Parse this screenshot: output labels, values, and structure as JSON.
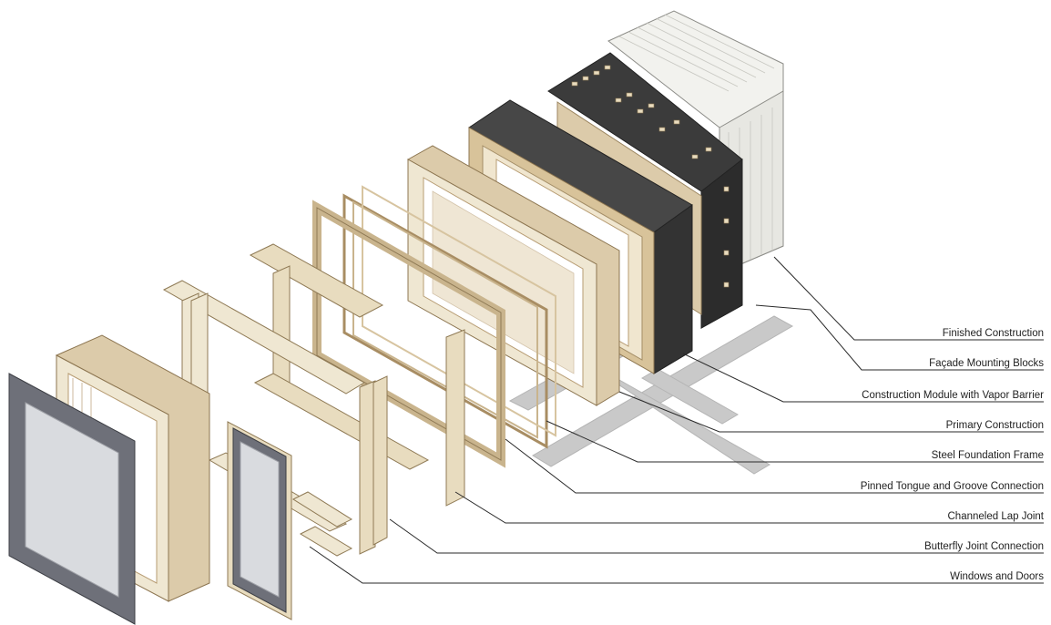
{
  "colors": {
    "wood_light": "#efe7d2",
    "wood_mid": "#dccbaa",
    "wood_dark": "#b79c73",
    "slate": "#454545",
    "slate_dark": "#2c2c2c",
    "white_cladding": "#f2f2ee",
    "steel_frame": "#c9c9c9",
    "window_frame": "#6e7079",
    "glass": "#d9dbdf",
    "leader_line": "#2a2a2a",
    "label_text": "#222222"
  },
  "labels": [
    {
      "id": "finished-construction",
      "text": "Finished Construction"
    },
    {
      "id": "facade-mounting-blocks",
      "text": "Façade Mounting Blocks"
    },
    {
      "id": "construction-module-vapor-barrier",
      "text": "Construction Module with Vapor Barrier"
    },
    {
      "id": "primary-construction",
      "text": "Primary Construction"
    },
    {
      "id": "steel-foundation-frame",
      "text": "Steel Foundation Frame"
    },
    {
      "id": "pinned-tongue-groove",
      "text": "Pinned Tongue and Groove Connection"
    },
    {
      "id": "channeled-lap-joint",
      "text": "Channeled Lap Joint"
    },
    {
      "id": "butterfly-joint",
      "text": "Butterfly Joint Connection"
    },
    {
      "id": "windows-doors",
      "text": "Windows and Doors"
    }
  ]
}
